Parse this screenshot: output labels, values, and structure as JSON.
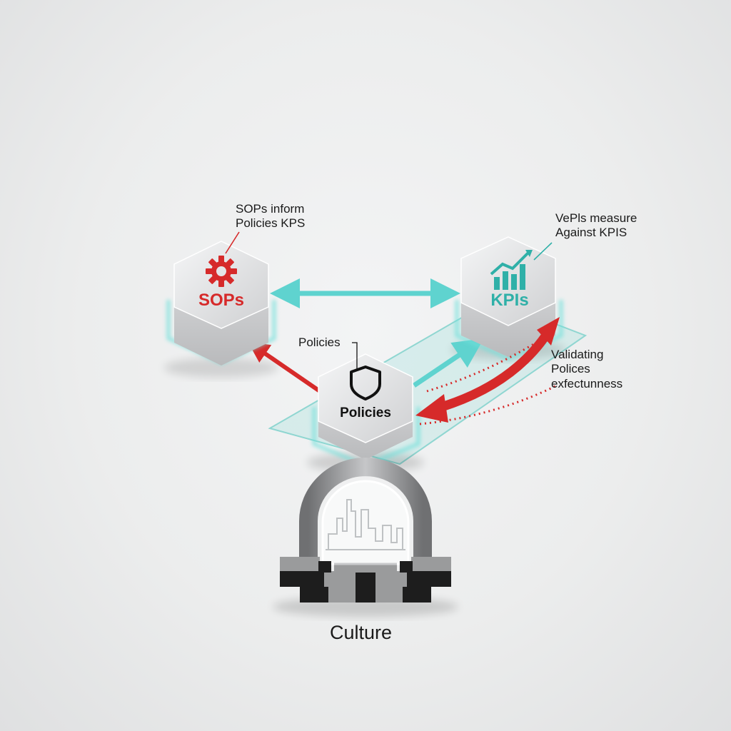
{
  "palette": {
    "red": "#d62a2a",
    "teal": "#5fd3cf",
    "teal_dark": "#2fb0a8",
    "node_face": "#e4e5e7",
    "node_side": "#c8c9cb",
    "culture_dark": "#1d1d1d",
    "culture_grey": "#9a9b9c"
  },
  "nodes": {
    "sops": {
      "label": "SOPs",
      "icon": "gear-icon",
      "color": "#d62a2a"
    },
    "kpis": {
      "label": "KPIs",
      "icon": "bar-chart-trend-icon",
      "color": "#2fb0a8"
    },
    "policies": {
      "label": "Policies",
      "icon": "shield-icon",
      "color": "#111111"
    }
  },
  "annotations": {
    "sops_inform": "SOPs inform\n Policies KPS",
    "kpis_measure": "VePls measure\nAgainst KPIS",
    "validating": "Validating\n Polices\nexfectunness",
    "policies_callout": "Policies"
  },
  "foundation": {
    "label": "Culture",
    "icon": "city-skyline-arch-icon"
  }
}
